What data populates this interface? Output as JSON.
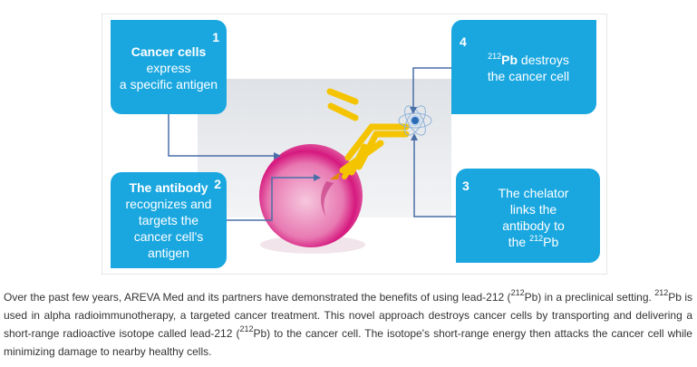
{
  "diagram": {
    "step1": {
      "number": "1",
      "bold": "Cancer cells",
      "line2": "express",
      "line3": "a specific antigen"
    },
    "step2": {
      "number": "2",
      "bold": "The antibody",
      "line2": "recognizes and",
      "line3": "targets the",
      "line4": "cancer cell's",
      "line5": "antigen"
    },
    "step3": {
      "number": "3",
      "line1": "The  chelator",
      "line2": "links the",
      "line3": "antibody  to",
      "line4_pre": "the ",
      "line4_sup": "212",
      "line4_post": "Pb"
    },
    "step4": {
      "number": "4",
      "line1_sup": "212",
      "line1_bold": "Pb",
      "line1_post": " destroys",
      "line2": "the cancer cell"
    },
    "colors": {
      "box": "#1aa7e0",
      "cell": "#d6197f",
      "antibody": "#f5c400",
      "arrow": "#4a6fa8"
    }
  },
  "paragraph": {
    "s1": "Over the past few years, AREVA Med and its partners have demonstrated the benefits of using lead-212 (",
    "sup1": "212",
    "s2": "Pb) in a preclinical setting. ",
    "sup2": "212",
    "s3": "Pb is used in alpha radioimmunotherapy, a targeted cancer treatment. This novel approach destroys cancer cells by transporting and delivering a short-range radioactive isotope called lead-212 (",
    "sup3": "212",
    "s4": "Pb) to the cancer cell. The isotope's short-range energy then attacks the cancer cell while minimizing damage to nearby healthy cells."
  }
}
